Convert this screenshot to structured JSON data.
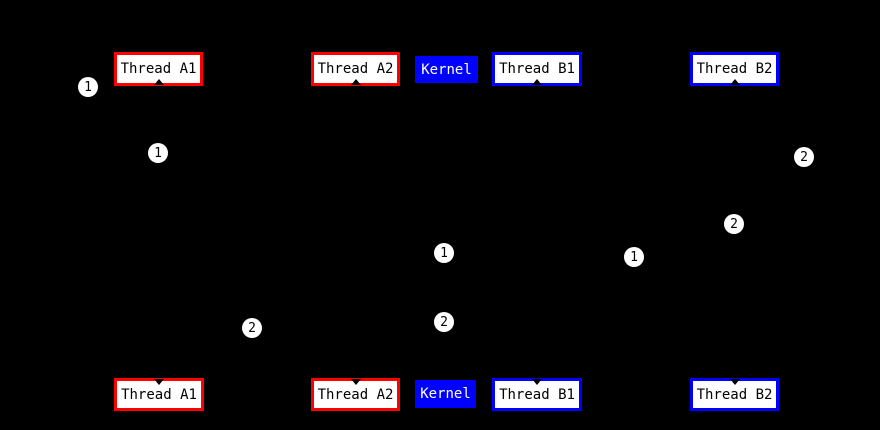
{
  "colors": {
    "background": "#000000",
    "thread_a_border": "#ff0000",
    "thread_b_border": "#0000ff",
    "kernel_fill": "#0000ff",
    "kernel_text": "#ffffff",
    "node_fill": "#ffffff",
    "node_text": "#000000",
    "marker_fill": "#ffffff",
    "marker_text": "#000000"
  },
  "top_row": {
    "nodes": [
      {
        "label": "Thread A1"
      },
      {
        "label": "Thread A2"
      },
      {
        "label": "Kernel"
      },
      {
        "label": "Thread B1"
      },
      {
        "label": "Thread B2"
      }
    ]
  },
  "bottom_row": {
    "nodes": [
      {
        "label": "Thread A1"
      },
      {
        "label": "Thread A2"
      },
      {
        "label": "Kernel"
      },
      {
        "label": "Thread B1"
      },
      {
        "label": "Thread B2"
      }
    ]
  },
  "markers": [
    {
      "label": "1"
    },
    {
      "label": "1"
    },
    {
      "label": "2"
    },
    {
      "label": "2"
    },
    {
      "label": "1"
    },
    {
      "label": "1"
    },
    {
      "label": "2"
    },
    {
      "label": "2"
    }
  ]
}
